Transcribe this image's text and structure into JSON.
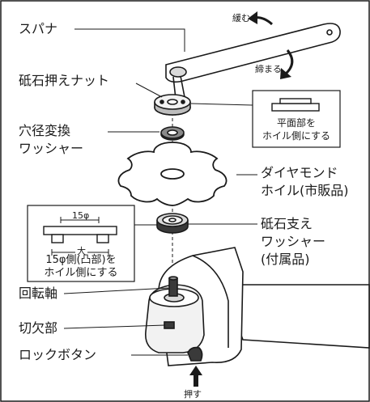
{
  "labels": {
    "spanner": "スパナ",
    "loosen": "緩む",
    "tighten": "締まる",
    "lock_nut": "砥石押えナット",
    "adapter_washer_line1": "穴径変換",
    "adapter_washer_line2": "ワッシャー",
    "wheel_line1": "ダイヤモンド",
    "wheel_line2": "ホイル(市販品)",
    "support_washer_line1": "砥石支え",
    "support_washer_line2": "ワッシャー",
    "support_washer_line3": "(付属品)",
    "spindle": "回転軸",
    "notch": "切欠部",
    "lock_button": "ロックボタン",
    "push": "押す"
  },
  "notes": {
    "flat_side_line1": "平面部を",
    "flat_side_line2": "ホイル側にする",
    "dim_15": "15φ",
    "dim_large": "大",
    "boss_side_line1": "15φ側(凸部)を",
    "boss_side_line2": "ホイル側にする"
  },
  "colors": {
    "line": "#1a1a1a",
    "light_fill": "#f2f2f2",
    "mid_fill": "#d9d9d9",
    "dark_fill": "#3a3a3a"
  }
}
